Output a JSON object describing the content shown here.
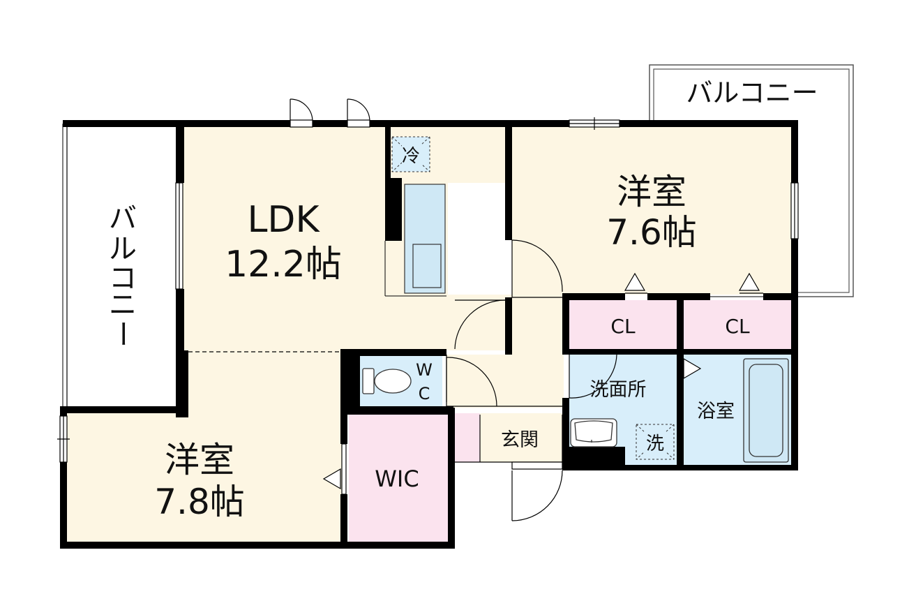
{
  "rooms": {
    "ldk": {
      "name": "LDK",
      "size": "12.2帖"
    },
    "western_right": {
      "name": "洋室",
      "size": "7.6帖"
    },
    "western_left": {
      "name": "洋室",
      "size": "7.8帖"
    },
    "closet_1": {
      "name": "CL"
    },
    "closet_2": {
      "name": "CL"
    },
    "washroom": {
      "name": "洗面所"
    },
    "bathroom": {
      "name": "浴室"
    },
    "entrance": {
      "name": "玄関"
    },
    "wic": {
      "name": "WIC"
    },
    "wc": {
      "line1": "W",
      "line2": "C"
    },
    "balcony_top": {
      "name": "バルコニー"
    },
    "balcony_left": {
      "chars": [
        "バ",
        "ル",
        "コ",
        "ニ",
        "ー"
      ]
    }
  },
  "fixtures": {
    "fridge": "冷",
    "washer": "洗"
  },
  "colors": {
    "wall": "#000000",
    "wood_floor": "#fdf6e3",
    "wet_area": "#d8eefa",
    "closet": "#fbe3ee",
    "entry": "#fdf6e3"
  }
}
